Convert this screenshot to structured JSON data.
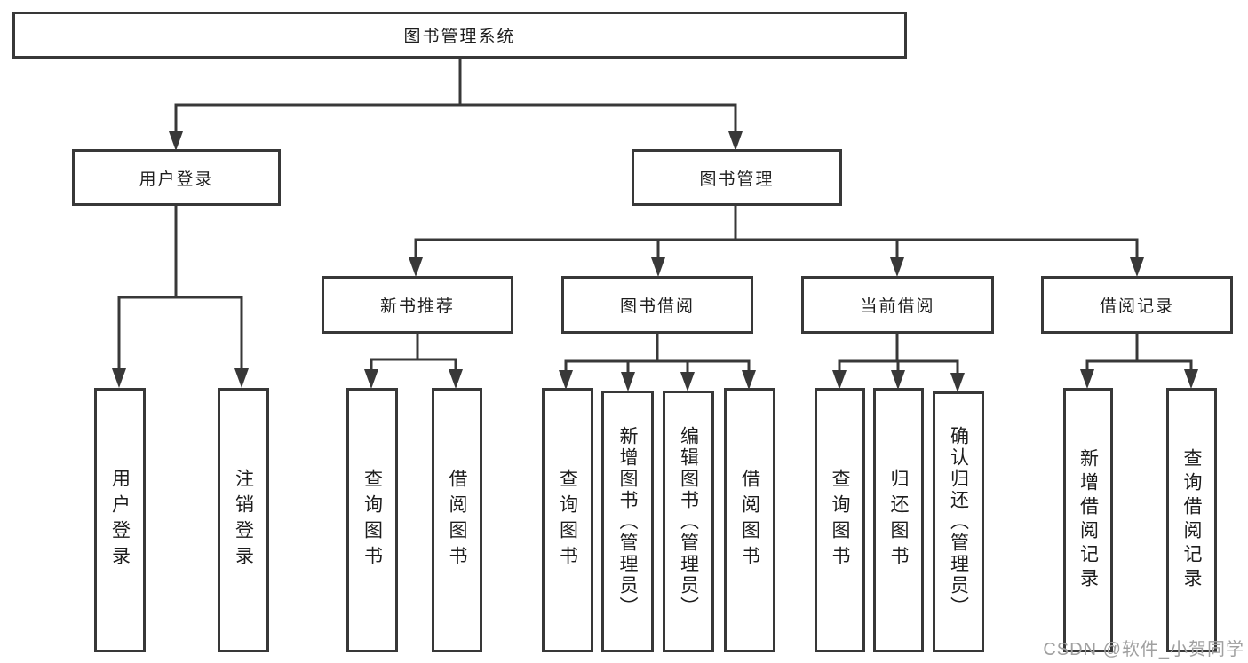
{
  "colors": {
    "line": "#383838",
    "border": "#383838",
    "text": "#1d1d1d",
    "background": "#ffffff",
    "watermark": "#a0a0a0"
  },
  "tree": {
    "root": "图书管理系统",
    "login": {
      "label": "用户登录",
      "children": [
        "用户登录",
        "注销登录"
      ]
    },
    "management": {
      "label": "图书管理",
      "groups": [
        {
          "label": "新书推荐",
          "children": [
            "查询图书",
            "借阅图书"
          ]
        },
        {
          "label": "图书借阅",
          "children": [
            "查询图书",
            "新增图书（管理员）",
            "编辑图书（管理员）",
            "借阅图书"
          ]
        },
        {
          "label": "当前借阅",
          "children": [
            "查询图书",
            "归还图书",
            "确认归还（管理员）"
          ]
        },
        {
          "label": "借阅记录",
          "children": [
            "新增借阅记录",
            "查询借阅记录"
          ]
        }
      ]
    }
  },
  "watermark": {
    "text": "CSDN @软件_小贺同学"
  }
}
